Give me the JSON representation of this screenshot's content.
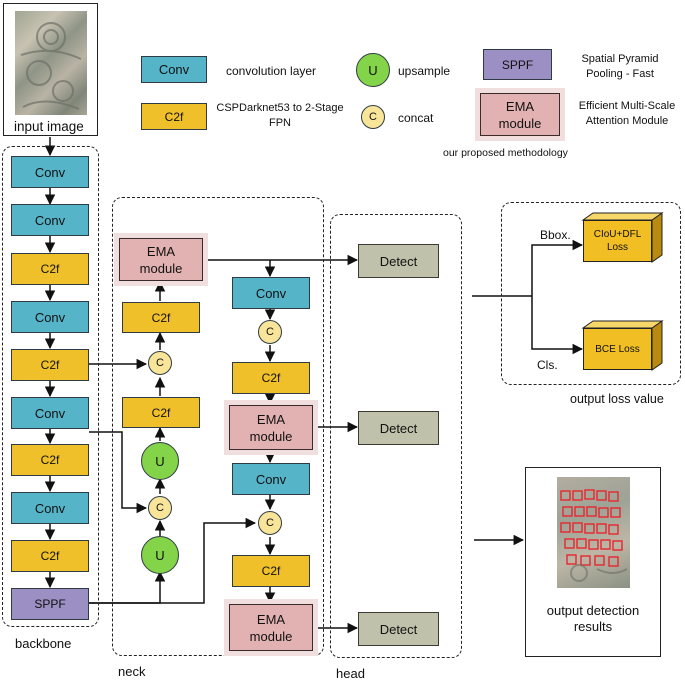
{
  "legend": {
    "conv_label": "Conv",
    "conv_desc": "convolution layer",
    "c2f_label": "C2f",
    "c2f_desc": "CSPDarknet53 to 2-Stage FPN",
    "u_label": "U",
    "u_desc": "upsample",
    "c_label": "C",
    "c_desc": "concat",
    "sppf_label": "SPPF",
    "sppf_desc": "Spatial Pyramid Pooling - Fast",
    "ema_label": "EMA module",
    "ema_desc": "Efficient Multi-Scale Attention Module",
    "ema_note": "our proposed methodology"
  },
  "input_label": "input image",
  "backbone": {
    "label": "backbone",
    "blocks": [
      "Conv",
      "Conv",
      "C2f",
      "Conv",
      "C2f",
      "Conv",
      "C2f",
      "Conv",
      "C2f",
      "SPPF"
    ]
  },
  "neck": {
    "label": "neck",
    "ema": "EMA module",
    "c2f": "C2f",
    "concat": "C",
    "upsample": "U",
    "conv": "Conv"
  },
  "head": {
    "label": "head",
    "detect": "Detect"
  },
  "loss": {
    "bbox_label": "Bbox.",
    "cls_label": "Cls.",
    "ciou": "CIoU+DFL Loss",
    "bce": "BCE Loss",
    "caption": "output loss value"
  },
  "output": {
    "caption": "output detection results"
  },
  "colors": {
    "conv": "#56b4c9",
    "c2f": "#f0c02a",
    "sppf": "#9c8fc3",
    "ema": "#e2b2b2",
    "detect": "#c0c1aa",
    "concat": "#f8e59a",
    "upsample": "#84d44a"
  }
}
